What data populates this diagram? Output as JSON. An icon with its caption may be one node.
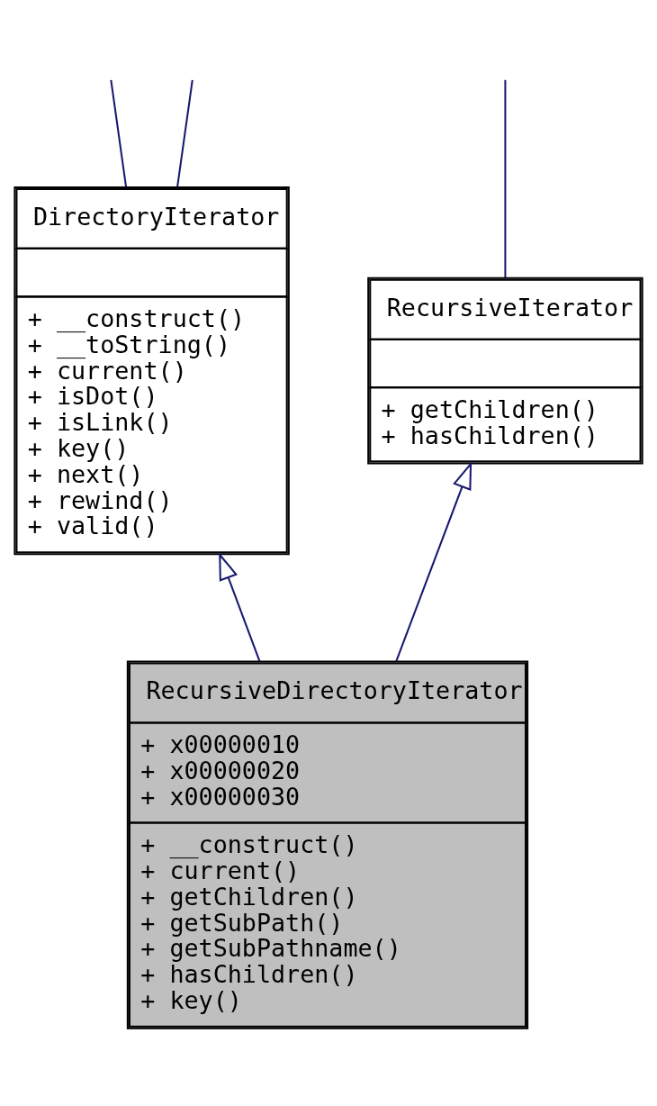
{
  "diagram": {
    "nodes": [
      {
        "text": [
          "DirectoryIterator",
          "+ __construct() + __toString() + current() + isDot() + isLink() + key() + next() + rewind() + valid()"
        ]
      },
      {
        "text": [
          "RecursiveIterator",
          "+ getChildren() + hasChildren()"
        ]
      },
      {
        "text": [
          "RecursiveDirectoryIterator",
          "+ x00000010 + x00000020 + x00000030",
          "+ __construct() + current() + getChildren() + getSubPath() + getSubPathname() + hasChildren() + key()"
        ]
      }
    ],
    "edges": [
      {
        "from": 0,
        "to": null,
        "arrow": "none"
      },
      {
        "from": 0,
        "to": null,
        "arrow": "none"
      },
      {
        "from": 1,
        "to": null,
        "arrow": "none"
      },
      {
        "from": 2,
        "to": 0,
        "arrow": "to"
      },
      {
        "from": 2,
        "to": 1,
        "arrow": "to"
      }
    ]
  }
}
